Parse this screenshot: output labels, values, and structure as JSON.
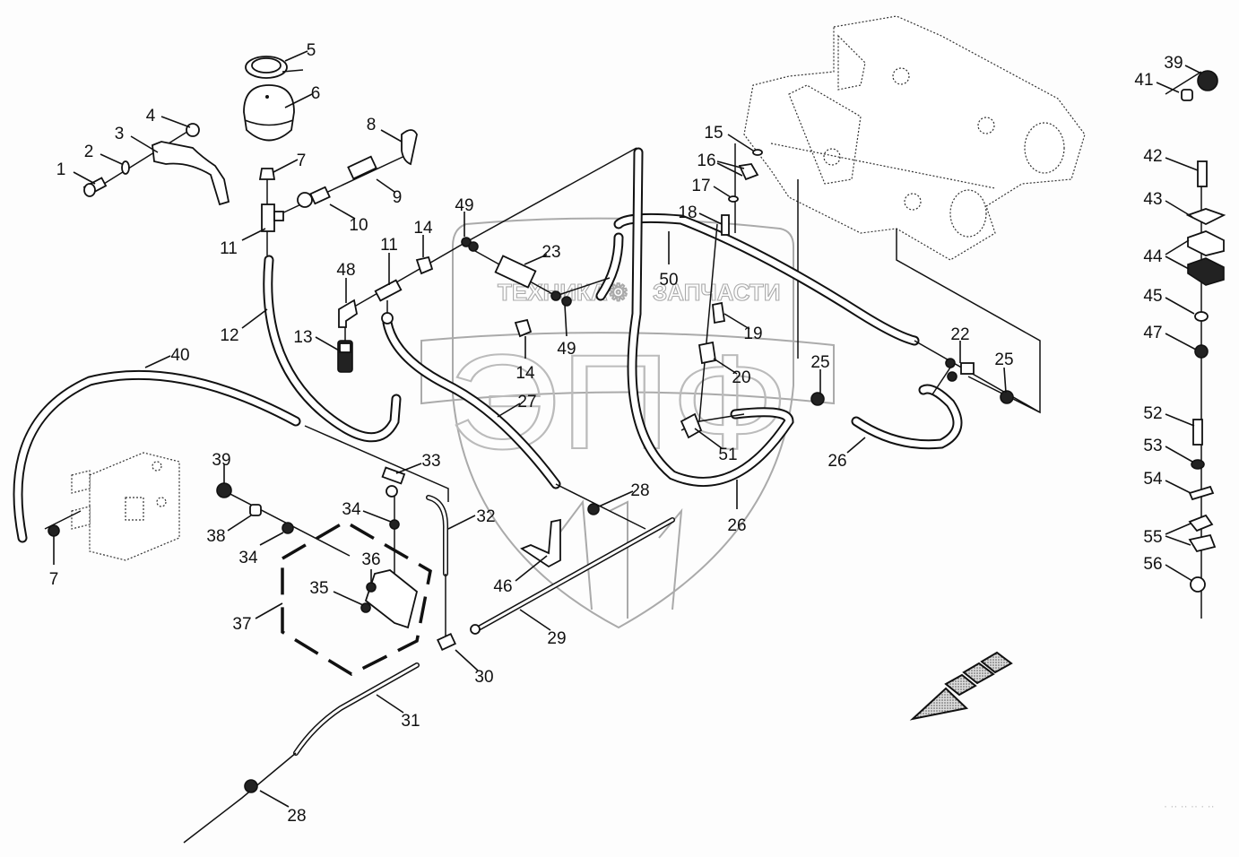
{
  "diagram": {
    "type": "exploded parts diagram",
    "subject": "hydraulic brake / accumulator line assembly",
    "watermark": {
      "left_word": "ТЕХНИКА",
      "right_word": "ЗАПЧАСТИ",
      "emblem_letters": "ЭПФ",
      "gear_symbol": "⚙"
    },
    "direction_indicator": "forward-arrow-icon",
    "callouts": [
      {
        "id": "c1",
        "label": "1"
      },
      {
        "id": "c2",
        "label": "2"
      },
      {
        "id": "c3",
        "label": "3"
      },
      {
        "id": "c4",
        "label": "4"
      },
      {
        "id": "c5",
        "label": "5"
      },
      {
        "id": "c6",
        "label": "6"
      },
      {
        "id": "c7a",
        "label": "7"
      },
      {
        "id": "c7b",
        "label": "7"
      },
      {
        "id": "c8",
        "label": "8"
      },
      {
        "id": "c9",
        "label": "9"
      },
      {
        "id": "c10",
        "label": "10"
      },
      {
        "id": "c11a",
        "label": "11"
      },
      {
        "id": "c11b",
        "label": "11"
      },
      {
        "id": "c12",
        "label": "12"
      },
      {
        "id": "c13",
        "label": "13"
      },
      {
        "id": "c14a",
        "label": "14"
      },
      {
        "id": "c14b",
        "label": "14"
      },
      {
        "id": "c15",
        "label": "15"
      },
      {
        "id": "c16",
        "label": "16"
      },
      {
        "id": "c17",
        "label": "17"
      },
      {
        "id": "c18",
        "label": "18"
      },
      {
        "id": "c19",
        "label": "19"
      },
      {
        "id": "c20",
        "label": "20"
      },
      {
        "id": "c22",
        "label": "22"
      },
      {
        "id": "c23",
        "label": "23"
      },
      {
        "id": "c25a",
        "label": "25"
      },
      {
        "id": "c25b",
        "label": "25"
      },
      {
        "id": "c26a",
        "label": "26"
      },
      {
        "id": "c26b",
        "label": "26"
      },
      {
        "id": "c27",
        "label": "27"
      },
      {
        "id": "c28a",
        "label": "28"
      },
      {
        "id": "c28b",
        "label": "28"
      },
      {
        "id": "c29",
        "label": "29"
      },
      {
        "id": "c30",
        "label": "30"
      },
      {
        "id": "c31",
        "label": "31"
      },
      {
        "id": "c32",
        "label": "32"
      },
      {
        "id": "c33",
        "label": "33"
      },
      {
        "id": "c34a",
        "label": "34"
      },
      {
        "id": "c34b",
        "label": "34"
      },
      {
        "id": "c35",
        "label": "35"
      },
      {
        "id": "c36",
        "label": "36"
      },
      {
        "id": "c37",
        "label": "37"
      },
      {
        "id": "c38",
        "label": "38"
      },
      {
        "id": "c39a",
        "label": "39"
      },
      {
        "id": "c39b",
        "label": "39"
      },
      {
        "id": "c40",
        "label": "40"
      },
      {
        "id": "c41",
        "label": "41"
      },
      {
        "id": "c42",
        "label": "42"
      },
      {
        "id": "c43",
        "label": "43"
      },
      {
        "id": "c44",
        "label": "44"
      },
      {
        "id": "c45",
        "label": "45"
      },
      {
        "id": "c46",
        "label": "46"
      },
      {
        "id": "c47",
        "label": "47"
      },
      {
        "id": "c48",
        "label": "48"
      },
      {
        "id": "c49a",
        "label": "49"
      },
      {
        "id": "c49b",
        "label": "49"
      },
      {
        "id": "c50",
        "label": "50"
      },
      {
        "id": "c51",
        "label": "51"
      },
      {
        "id": "c52",
        "label": "52"
      },
      {
        "id": "c53",
        "label": "53"
      },
      {
        "id": "c54",
        "label": "54"
      },
      {
        "id": "c55",
        "label": "55"
      },
      {
        "id": "c56",
        "label": "56"
      }
    ]
  }
}
